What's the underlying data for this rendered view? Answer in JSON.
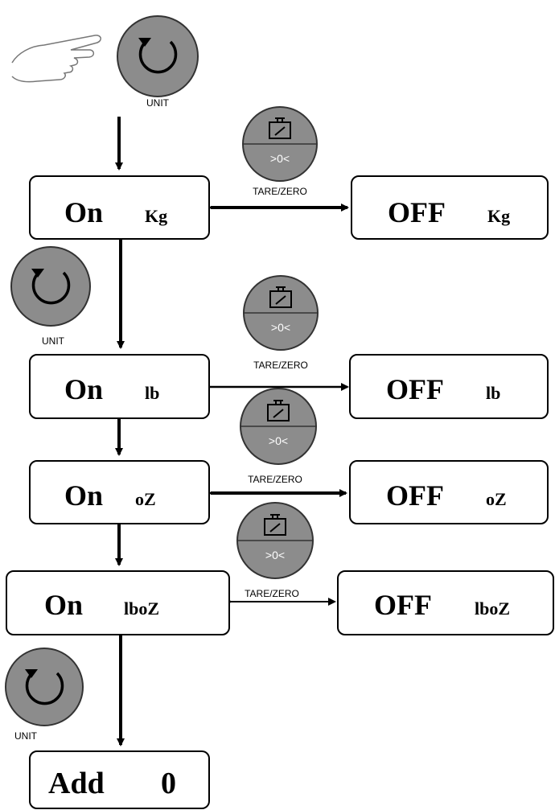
{
  "unit_button_label": "UNIT",
  "tare_zero_button_label": "TARE/ZERO",
  "zero_symbol": ">0<",
  "on_boxes": [
    {
      "state": "On",
      "unit": "Kg"
    },
    {
      "state": "On",
      "unit": "lb"
    },
    {
      "state": "On",
      "unit": "oZ"
    },
    {
      "state": "On",
      "unit": "lboZ"
    }
  ],
  "off_boxes": [
    {
      "state": "OFF",
      "unit": "Kg"
    },
    {
      "state": "OFF",
      "unit": "lb"
    },
    {
      "state": "OFF",
      "unit": "oZ"
    },
    {
      "state": "OFF",
      "unit": "lboZ"
    }
  ],
  "final_box": {
    "label": "Add",
    "value": "0"
  },
  "colors": {
    "button_fill": "#8c8c8c",
    "button_dark": "#6e6e6e",
    "stroke": "#000000"
  }
}
